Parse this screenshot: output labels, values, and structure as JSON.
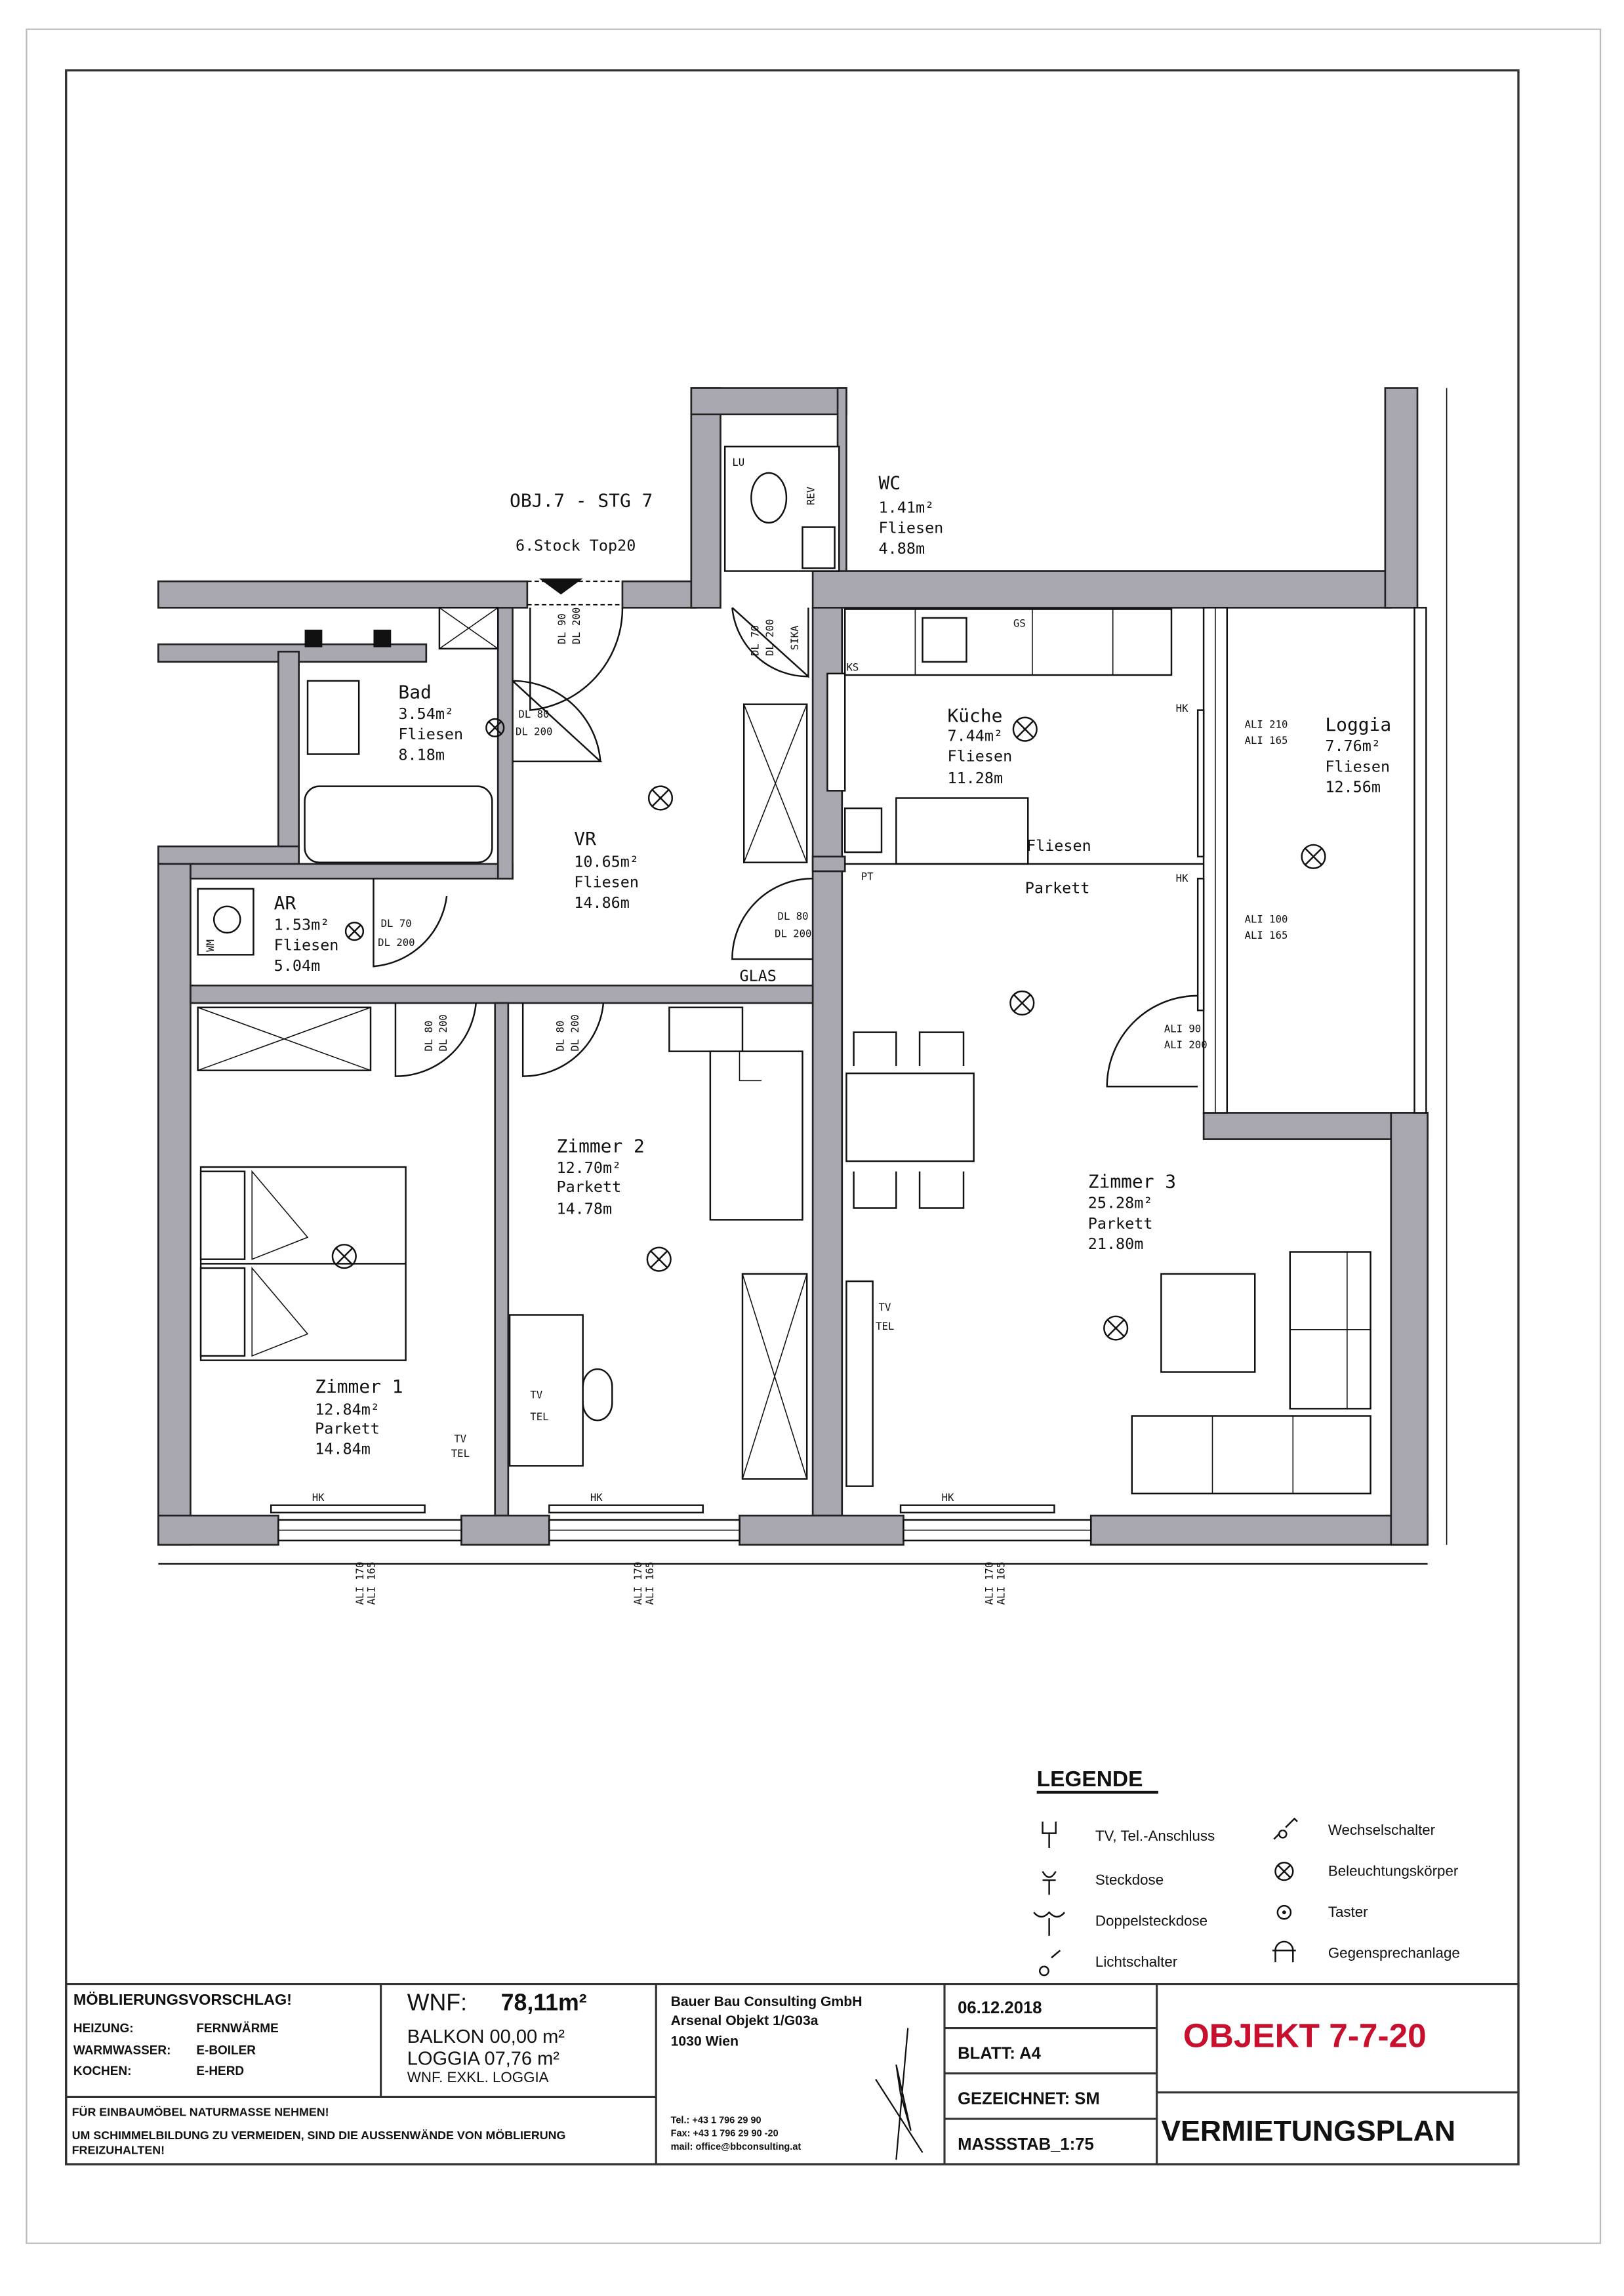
{
  "header": {
    "object_label": "OBJ.7 - STG 7",
    "entrance_label": "6.Stock Top20"
  },
  "rooms": {
    "wc": {
      "name": "WC",
      "area": "1.41m²",
      "floor": "Fliesen",
      "perimeter": "4.88m"
    },
    "bad": {
      "name": "Bad",
      "area": "3.54m²",
      "floor": "Fliesen",
      "perimeter": "8.18m"
    },
    "vr": {
      "name": "VR",
      "area": "10.65m²",
      "floor": "Fliesen",
      "perimeter": "14.86m"
    },
    "ar": {
      "name": "AR",
      "area": "1.53m²",
      "floor": "Fliesen",
      "perimeter": "5.04m"
    },
    "kueche": {
      "name": "Küche",
      "area": "7.44m²",
      "floor": "Fliesen",
      "perimeter": "11.28m"
    },
    "loggia": {
      "name": "Loggia",
      "area": "7.76m²",
      "floor": "Fliesen",
      "perimeter": "12.56m"
    },
    "zimmer1": {
      "name": "Zimmer 1",
      "area": "12.84m²",
      "floor": "Parkett",
      "perimeter": "14.84m"
    },
    "zimmer2": {
      "name": "Zimmer 2",
      "area": "12.70m²",
      "floor": "Parkett",
      "perimeter": "14.78m"
    },
    "zimmer3": {
      "name": "Zimmer 3",
      "area": "25.28m²",
      "floor": "Parkett",
      "perimeter": "21.80m"
    }
  },
  "floor_transition": {
    "top": "Fliesen",
    "bottom": "Parkett"
  },
  "doors": [
    {
      "a": "DL 90",
      "b": "DL 200"
    },
    {
      "a": "DL 80",
      "b": "DL 200"
    },
    {
      "a": "DL 70",
      "b": "DL 200"
    },
    {
      "a": "DL 80",
      "b": "DL 200"
    },
    {
      "a": "DL 80",
      "b": "DL 200"
    },
    {
      "a": "DL 70",
      "b": "DL 200"
    },
    {
      "a": "DL 80",
      "b": "DL 200"
    }
  ],
  "windows": [
    {
      "a": "ALI 210",
      "b": "ALI 165"
    },
    {
      "a": "ALI 100",
      "b": "ALI 165"
    },
    {
      "a": "ALI 90",
      "b": "ALI 200"
    },
    {
      "a": "ALI 170",
      "b": "ALI 165"
    },
    {
      "a": "ALI 170",
      "b": "ALI 165"
    },
    {
      "a": "ALI 170",
      "b": "ALI 165"
    }
  ],
  "small_labels": {
    "sika": "SIKA",
    "glas": "GLAS",
    "ks": "KS",
    "pt": "PT",
    "hk": "HK",
    "lu": "LU",
    "rev": "REV",
    "gs": "GS",
    "wm": "WM",
    "tv": "TV",
    "tel": "TEL"
  },
  "legend": {
    "title": "LEGENDE",
    "items": [
      {
        "icon": "tv-tel-connection-icon",
        "label": "TV, Tel.-Anschluss"
      },
      {
        "icon": "socket-icon",
        "label": "Steckdose"
      },
      {
        "icon": "double-socket-icon",
        "label": "Doppelsteckdose"
      },
      {
        "icon": "light-switch-icon",
        "label": "Lichtschalter"
      },
      {
        "icon": "two-way-switch-icon",
        "label": "Wechselschalter"
      },
      {
        "icon": "light-fixture-icon",
        "label": "Beleuchtungskörper"
      },
      {
        "icon": "push-button-icon",
        "label": "Taster"
      },
      {
        "icon": "intercom-icon",
        "label": "Gegensprechanlage"
      }
    ]
  },
  "title_block": {
    "furnishing": "MÖBLIERUNGSVORSCHLAG!",
    "heating_label": "HEIZUNG:",
    "heating_value": "FERNWÄRME",
    "water_label": "WARMWASSER:",
    "water_value": "E-BOILER",
    "cooking_label": "KOCHEN:",
    "cooking_value": "E-HERD",
    "wnf_label": "WNF:",
    "wnf_value": "78,11m²",
    "balkon": "BALKON 00,00 m²",
    "loggia": "LOGGIA 07,76 m²",
    "wnf_note": "WNF. EXKL. LOGGIA",
    "note1": "FÜR EINBAUMÖBEL NATURMASSE NEHMEN!",
    "note2": "UM SCHIMMELBILDUNG ZU VERMEIDEN, SIND DIE AUSSENWÄNDE VON MÖBLIERUNG",
    "note3": "FREIZUHALTEN!",
    "company": "Bauer Bau Consulting GmbH",
    "address1": "Arsenal Objekt 1/G03a",
    "address2": "1030 Wien",
    "tel": "Tel.: +43 1 796 29 90",
    "fax": "Fax: +43 1 796 29 90 -20",
    "mail": "mail: office@bbconsulting.at",
    "date": "06.12.2018",
    "sheet": "BLATT:  A4",
    "drawn": "GEZEICHNET:  SM",
    "scale": "MASSSTAB_1:75",
    "object": "OBJEKT 7-7-20",
    "plan_type": "VERMIETUNGSPLAN",
    "object_color": "#c8102e"
  }
}
